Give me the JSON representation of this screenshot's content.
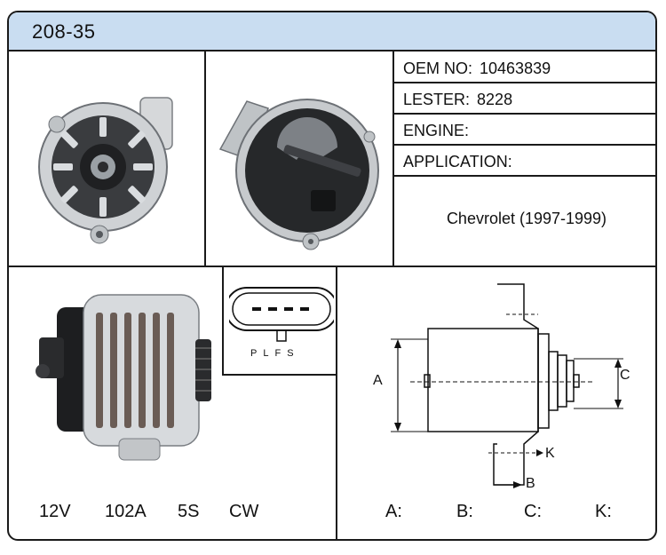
{
  "header": {
    "part_number": "208-35"
  },
  "info": {
    "oem_label": "OEM NO:",
    "oem_value": "10463839",
    "lester_label": "LESTER:",
    "lester_value": "8228",
    "engine_label": "ENGINE:",
    "engine_value": "",
    "application_label": "APPLICATION:",
    "application_value": "Chevrolet (1997-1999)"
  },
  "connector": {
    "pins": [
      "P",
      "L",
      "F",
      "S"
    ]
  },
  "specs": {
    "voltage": "12V",
    "amperage": "102A",
    "pulley": "5S",
    "rotation": "CW"
  },
  "dimensions": {
    "diagram_labels": {
      "a": "A",
      "b": "B",
      "c": "C",
      "k": "K"
    },
    "a_label": "A:",
    "b_label": "B:",
    "c_label": "C:",
    "k_label": "K:"
  }
}
